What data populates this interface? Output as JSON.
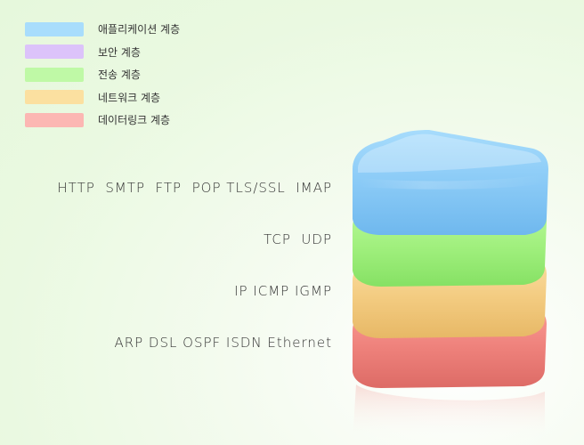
{
  "legend": [
    {
      "label": "애플리케이션 계층",
      "color": "#a8ddfc"
    },
    {
      "label": "보안 계층",
      "color": "#dcc3fa"
    },
    {
      "label": "전송 계층",
      "color": "#bff9a6"
    },
    {
      "label": "네트워크 계층",
      "color": "#fbe0a0"
    },
    {
      "label": "데이터링크 계층",
      "color": "#fcb7b3"
    }
  ],
  "protocols": {
    "application": "HTTP  SMTP  FTP  POP TLS/SSL  IMAP",
    "transport": "TCP  UDP",
    "network": "IP ICMP IGMP",
    "datalink": "ARP DSL OSPF ISDN Ethernet"
  },
  "blocks": {
    "application_color": "#84c8f5",
    "transport_color": "#9ef07a",
    "network_color": "#f2c97d",
    "datalink_color": "#ec7f7a"
  }
}
